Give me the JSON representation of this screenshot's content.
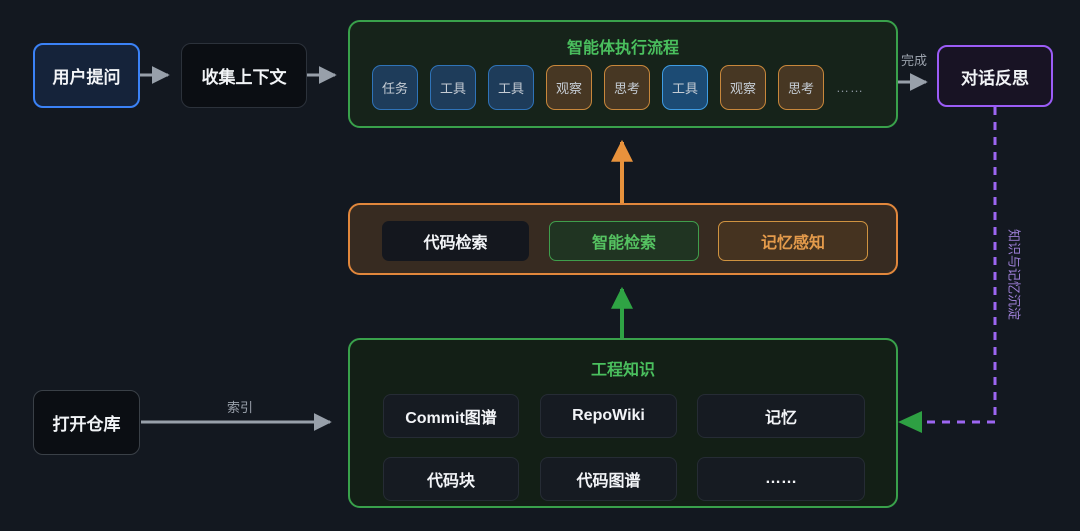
{
  "diagram": {
    "background": "#131820",
    "colors": {
      "accent_blue": "#3b82f6",
      "accent_green": "#39a14b",
      "accent_orange": "#e1873c",
      "accent_purple": "#9b5cf6",
      "arrow_gray": "#98a0aa",
      "title_green": "#4abf5e"
    },
    "nodes": {
      "user_question": "用户提问",
      "collect_context": "收集上下文",
      "dialog_reflection": "对话反思",
      "open_repo": "打开仓库"
    },
    "agent_flow": {
      "title": "智能体执行流程",
      "steps": [
        {
          "label": "任务",
          "type": "blue"
        },
        {
          "label": "工具",
          "type": "blue"
        },
        {
          "label": "工具",
          "type": "blue"
        },
        {
          "label": "观察",
          "type": "orange"
        },
        {
          "label": "思考",
          "type": "orange"
        },
        {
          "label": "工具",
          "type": "blue-bright"
        },
        {
          "label": "观察",
          "type": "orange"
        },
        {
          "label": "思考",
          "type": "orange"
        },
        {
          "label": "……",
          "type": "dots"
        }
      ]
    },
    "retrieval": {
      "items": [
        {
          "label": "代码检索",
          "style": "dark"
        },
        {
          "label": "智能检索",
          "style": "green"
        },
        {
          "label": "记忆感知",
          "style": "orange"
        }
      ]
    },
    "knowledge": {
      "title": "工程知识",
      "cells": [
        "Commit图谱",
        "RepoWiki",
        "记忆",
        "代码块",
        "代码图谱",
        "……"
      ]
    },
    "edges": {
      "complete_label": "完成",
      "index_label": "索引",
      "sink_label": "知识与记忆沉淀"
    }
  }
}
